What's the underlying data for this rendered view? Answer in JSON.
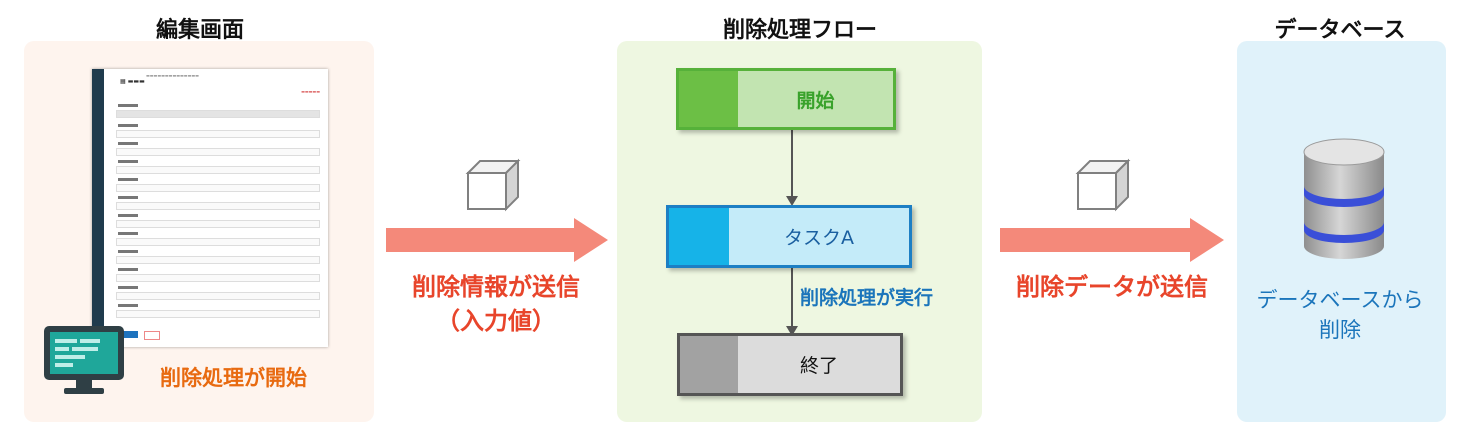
{
  "sections": {
    "edit_screen": {
      "title": "編集画面",
      "caption": "削除処理が開始"
    },
    "flow": {
      "title": "削除処理フロー"
    },
    "database": {
      "title": "データベース",
      "caption_line1": "データベースから",
      "caption_line2": "削除"
    }
  },
  "arrows": {
    "send_info_line1": "削除情報が送信",
    "send_info_line2": "（入力値）",
    "send_data": "削除データが送信"
  },
  "flow_nodes": {
    "start": "開始",
    "task": "タスクA",
    "task_note": "削除処理が実行",
    "end": "終了"
  },
  "colors": {
    "edit_panel": "#fef4ee",
    "flow_panel": "#eef7e1",
    "db_panel": "#e0f2fa",
    "arrow": "#f4897a",
    "start_dark": "#6cbf45",
    "start_light": "#c2e4b1",
    "task_dark": "#16b3e8",
    "task_light": "#c4ebf9",
    "end_dark": "#a2a2a2",
    "end_light": "#dcdcdc",
    "caption_orange": "#e86a10",
    "caption_red": "#e8452b",
    "caption_blue": "#1b75bb"
  }
}
